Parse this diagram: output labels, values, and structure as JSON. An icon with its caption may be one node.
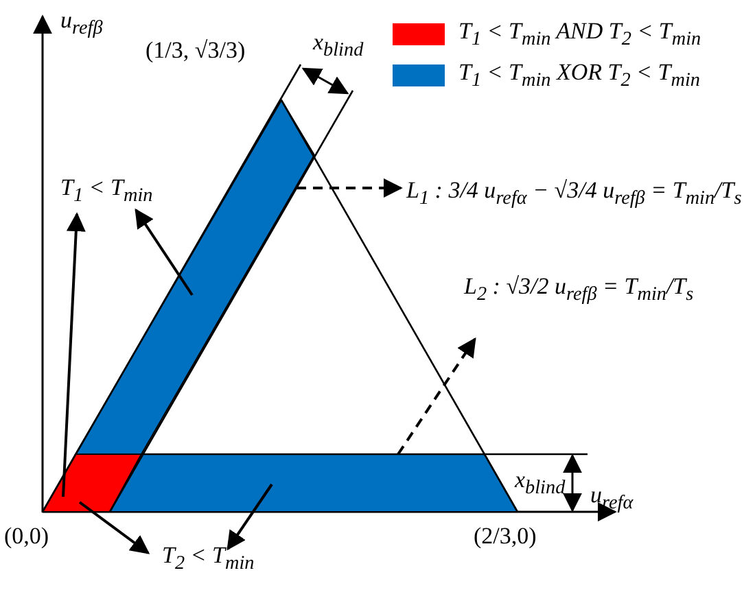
{
  "diagram": {
    "nodes": [
      {
        "text": [
          "T$_{1}$ < T$_{min}$"
        ]
      },
      {
        "text": [],
        "shape": "bar"
      },
      {
        "text": [],
        "shape": "bar"
      },
      {
        "text": [],
        "shape": "bar"
      },
      {
        "text": [
          "T$_{2}$ < T$_{min}$"
        ]
      },
      {
        "text": [
          "L$_{1}$ : 3/4 u$_{refα}$ − √3/4 u$_{refβ}$ = T$_{min}$/T$_{s}$"
        ]
      },
      {
        "text": [
          "L$_{2}$ : √3/2 u$_{refβ}$ = T$_{min}$/T$_{s}$"
        ]
      }
    ],
    "edges": [
      {
        "from": 1,
        "to": 0,
        "arrow": "to"
      },
      {
        "from": 2,
        "to": 0,
        "arrow": "to"
      },
      {
        "from": 2,
        "to": 4,
        "arrow": "to"
      },
      {
        "from": 3,
        "to": 4,
        "arrow": "to"
      },
      {
        "from": 1,
        "to": 5,
        "arrow": "to",
        "style": "dashed"
      },
      {
        "from": 3,
        "to": 6,
        "arrow": "to",
        "style": "dashed"
      }
    ],
    "labels": [
      "u$_{refβ}$",
      "(1/3, √3/3)",
      "x$_{blind}$",
      "x$_{blind}$",
      "u$_{refα}$",
      "(0,0)",
      "(2/3,0)"
    ],
    "legend": [
      {
        "text": "T$_{1}$ < T$_{min}$ AND T$_{2}$ < T$_{min}$",
        "color": "#ff0000"
      },
      {
        "text": "T$_{1}$ < T$_{min}$ XOR T$_{2}$ < T$_{min}$",
        "color": "#0070c0"
      }
    ]
  }
}
